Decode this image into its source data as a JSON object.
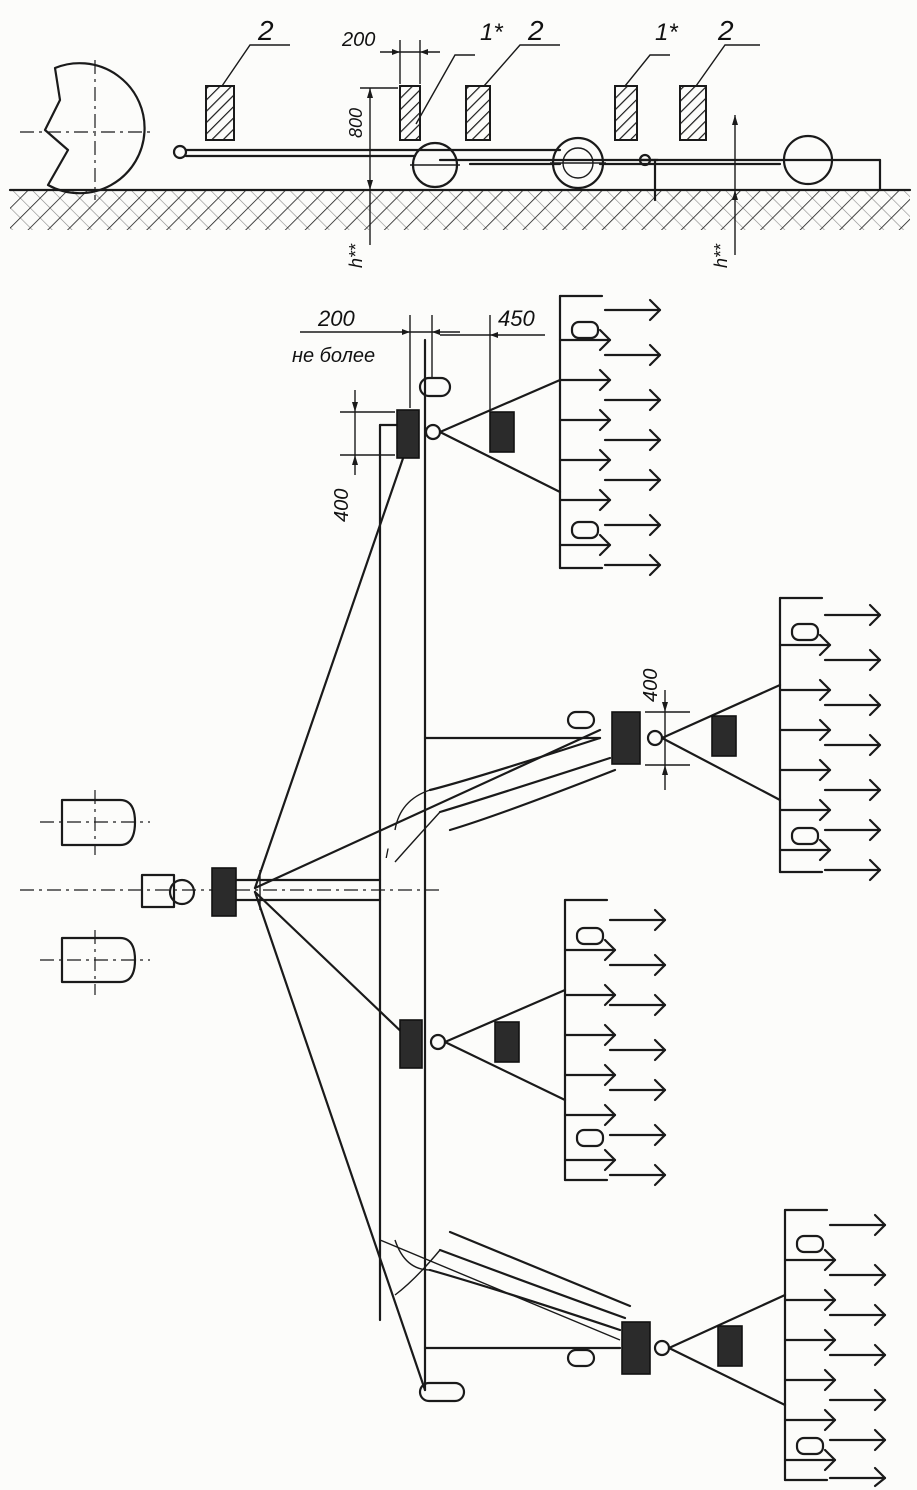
{
  "labels": {
    "num_2a": "2",
    "num_2b": "2",
    "num_2c": "2",
    "num_1a": "1*",
    "num_1b": "1*",
    "dim_200_top": "200",
    "dim_800": "800",
    "dim_h1": "h**",
    "dim_h2": "h**",
    "dim_200_plan": "200",
    "not_more": "не более",
    "dim_450": "450",
    "dim_400a": "400",
    "dim_400b": "400"
  },
  "colors": {
    "ink": "#1a1a1a",
    "paper": "#fcfcfa"
  }
}
